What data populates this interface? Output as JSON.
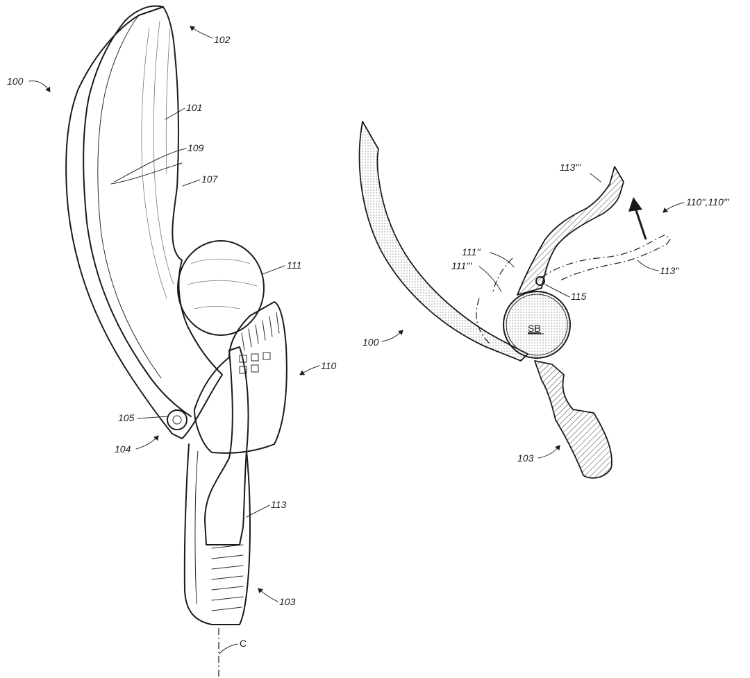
{
  "figure_left": {
    "labels": {
      "l100": "100",
      "l102": "102",
      "l101": "101",
      "l109": "109",
      "l107": "107",
      "l111": "111",
      "l110": "110",
      "l105": "105",
      "l104": "104",
      "l113": "113",
      "l103": "103",
      "lC": "C"
    }
  },
  "figure_right": {
    "labels": {
      "l113ppp": "113'''",
      "l110pp": "110'',110'''",
      "l111pp": "111''",
      "l111ppp": "111'''",
      "l113pp": "113''",
      "l115": "115",
      "lSB": "SB",
      "l100": "100",
      "l103": "103"
    }
  }
}
